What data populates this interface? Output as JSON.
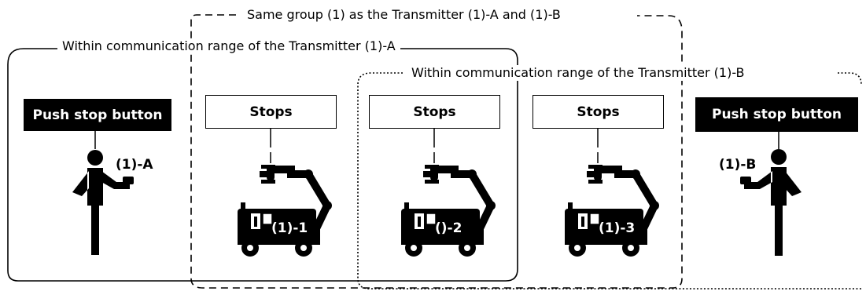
{
  "regions": {
    "group": "Same group (1) as the Transmitter (1)-A and (1)-B",
    "range_a": "Within communication range of the Transmitter (1)-A",
    "range_b": "Within communication range of the Transmitter (1)-B"
  },
  "operator_a": {
    "action": "Push stop button",
    "id": "(1)-A"
  },
  "operator_b": {
    "action": "Push stop button",
    "id": "(1)-B"
  },
  "robots": [
    {
      "status": "Stops",
      "id": "(1)-1"
    },
    {
      "status": "Stops",
      "id": "()-2"
    },
    {
      "status": "Stops",
      "id": "(1)-3"
    }
  ]
}
